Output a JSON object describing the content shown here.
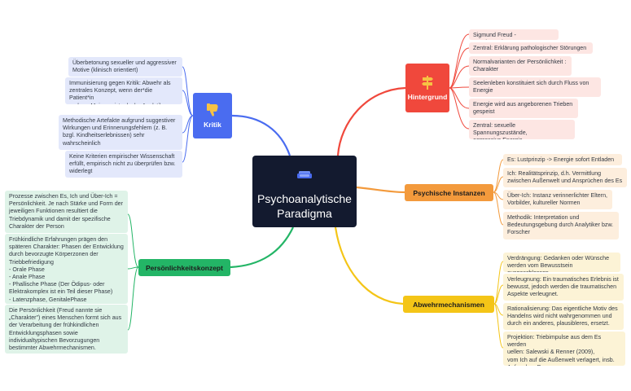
{
  "central": {
    "title": "Psychoanalytische\nParadigma",
    "icon": "sofa-icon"
  },
  "branches": {
    "hintergrund": {
      "label": "Hintergrund",
      "icon": "signpost-icon",
      "color": "#f0483c",
      "items": [
        "Sigmund Freud - Psychoanalyse",
        "Zentral: Erklärung pathologischer Störungen",
        "Normalvarianten der Persönlichkeit :\nCharakter",
        "Seelenleben konstituiert sich durch Fluss von\nEnergie",
        "Energie wird aus angeborenen Trieben\ngespeist",
        "Zentral: sexuelle Spannungszustände,\naggressive Energie"
      ]
    },
    "instanzen": {
      "label": "Psychische Instanzen",
      "color": "#f39a3c",
      "items": [
        "Es: Lustprinzip -> Energie sofort Entladen",
        "Ich: Realitätsprinzip, d.h. Vermittlung\nzwischen Außenwelt und Ansprüchen des Es",
        "Über-Ich: Instanz verinnerlichter Eltern,\nVorbilder, kultureller Normen",
        "Methodik: Interpretation und\nBedeutungsgebung durch Analytiker bzw.\nForscher"
      ]
    },
    "abwehr": {
      "label": "Abwehrmechanismen",
      "color": "#f4c517",
      "items": [
        "Verdrängung: Gedanken oder Wünsche\nwerden vom Bewusstsein ausgeschlossen.",
        "Verleugnung: Ein traumatisches Erlebnis ist\nbewusst, jedoch werden die traumatischen\nAspekte verleugnet.",
        "Rationalisierung: Das eigentliche Motiv des\nHandelns wird nicht wahrgenommen und\ndurch ein anderes, plausibleres, ersetzt.",
        "Projektion: Triebimpulse aus dem Es werden\nuellen: Salewski & Renner (2009),\nvom Ich auf die Außenwelt verlagert, insb.\nAuf andere Personen."
      ]
    },
    "kritik": {
      "label": "Kritik",
      "icon": "thumbs-down-icon",
      "color": "#4a6cf0",
      "items": [
        "Überbetonung sexueller und aggressiver\nMotive (klinisch orientiert)",
        "Immunisierung gegen Kritik: Abwehr als\nzentrales Konzept, wenn der*die Patient*in\nanderer Meinung ist, als der Analytiker",
        "Methodische Artefakte aufgrund suggestiver\nWirkungen und Erinnerungsfehlern (z. B.\nbzgl. Kindheitserlebnissen) sehr\nwahrscheinlich",
        "Keine Kriterien empirischer Wissenschaft\nerfüllt, empirisch nicht zu überprüfen bzw.\nwiderlegt"
      ]
    },
    "konzept": {
      "label": "Persönlichkeitskonzept",
      "color": "#23b566",
      "items": [
        "Prozesse zwischen Es, Ich und Über-Ich =\nPersönlichkeit. Je nach Stärke und Form der\njeweiligen Funktionen resultiert die\nTriebdynamik und damit der spezifische\nCharakter der Person",
        "Frühkindliche Erfahrungen prägen den\nspäteren Charakter: Phasen der Entwicklung\ndurch bevorzugte Körperzonen der\nTriebbefriedigung\n- Orale Phase\n- Anale Phase\n- Phallische Phase (Der Ödipus- oder\nElektrakomplex ist ein Teil dieser Phase)\n- Latenzphase, GenitalePhase",
        "Die Persönlichkeit (Freud nannte sie\n„Charakter\") eines Menschen formt sich aus\nder Verarbeitung der frühkindlichen\nEntwicklungsphasen sowie\nindividualtypischen Bevorzugungen\nbestimmter Abwehrmechanismen."
      ]
    }
  }
}
